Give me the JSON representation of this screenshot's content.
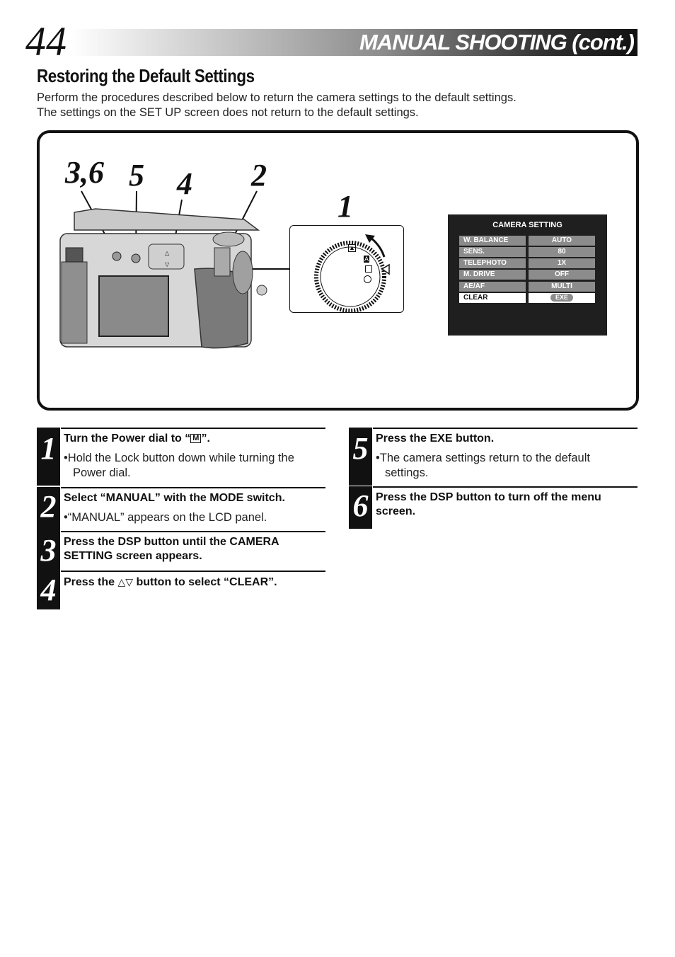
{
  "header": {
    "page_number": "44",
    "title": "MANUAL SHOOTING (cont.)"
  },
  "section": {
    "title": "Restoring the Default Settings",
    "intro_line1": "Perform the procedures described below to return the camera settings to the default settings.",
    "intro_line2": "The settings on the SET UP screen does not return to the default settings."
  },
  "figure": {
    "callouts": {
      "c36": "3,6",
      "c5": "5",
      "c4": "4",
      "c2": "2",
      "c1": "1"
    },
    "dial_icons": [
      "manual-mode-icon",
      "auto-mode-icon",
      "square-icon",
      "circle-icon",
      "triangle-pointer-icon"
    ],
    "dial_label_a": "A",
    "screen": {
      "title": "CAMERA SETTING",
      "rows": [
        {
          "label": "W. BALANCE",
          "value": "AUTO"
        },
        {
          "label": "SENS.",
          "value": "80"
        },
        {
          "label": "TELEPHOTO",
          "value": "1X"
        },
        {
          "label": "M. DRIVE",
          "value": "OFF"
        },
        {
          "label": "AE/AF",
          "value": "MULTI"
        },
        {
          "label": "CLEAR",
          "value": "EXE"
        }
      ],
      "selected_row": "CLEAR"
    }
  },
  "steps": {
    "s1": {
      "num": "1",
      "title_pre": "Turn the Power dial to “",
      "title_icon": "M",
      "title_post": "”.",
      "note_line1": "•Hold the Lock button down while turning the",
      "note_line2": "Power dial."
    },
    "s2": {
      "num": "2",
      "title": "Select “MANUAL” with the MODE switch.",
      "note_line1": "•“MANUAL” appears on the LCD panel."
    },
    "s3": {
      "num": "3",
      "title_line1": "Press the DSP button until the CAMERA",
      "title_line2": "SETTING screen appears."
    },
    "s4": {
      "num": "4",
      "title_pre": "Press the ",
      "title_symbols": "△▽",
      "title_post": " button to select “CLEAR”."
    },
    "s5": {
      "num": "5",
      "title": "Press the EXE button.",
      "note_line1": "•The camera settings return to the default",
      "note_line2": "settings."
    },
    "s6": {
      "num": "6",
      "title_line1": "Press the DSP button to turn off the menu",
      "title_line2": "screen."
    }
  },
  "colors": {
    "text": "#111111",
    "header_dark": "#111111",
    "screen_bg": "#1f1f1f",
    "menu_cell": "#8c8c8c"
  }
}
